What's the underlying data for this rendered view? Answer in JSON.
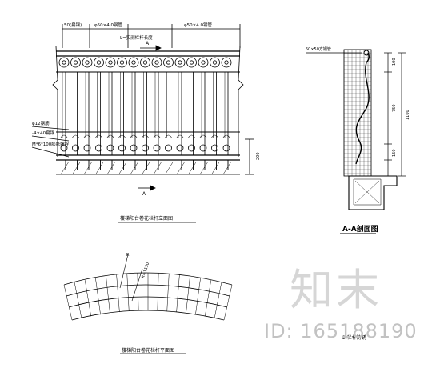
{
  "elevation": {
    "dim_left": "50(扁钢)",
    "dim_mid": "φ50×4.0钢管",
    "dim_right": "φ50×4.0钢管",
    "span_label": "L=实测栏杆长度",
    "section_mark": "A",
    "note_rod": "φ12钢筋",
    "note_plate": "-4×40扁钢",
    "note_base": "M*6*100膨胀螺栓",
    "height_dim": "200",
    "title": "楼梯阳台卷花栏杆立面图"
  },
  "section": {
    "top_note": "50×50方钢管",
    "dims": [
      "100",
      "750",
      "150",
      "1100"
    ],
    "title": "A-A剖面图"
  },
  "plan": {
    "radius_label": "R",
    "radius_dim": "R=1150",
    "title": "楼梯阳台卷花栏杆平面图"
  },
  "watermark": {
    "logo": "知末",
    "id": "ID: 165188190"
  },
  "footer_note": "2.栏杆防锈"
}
